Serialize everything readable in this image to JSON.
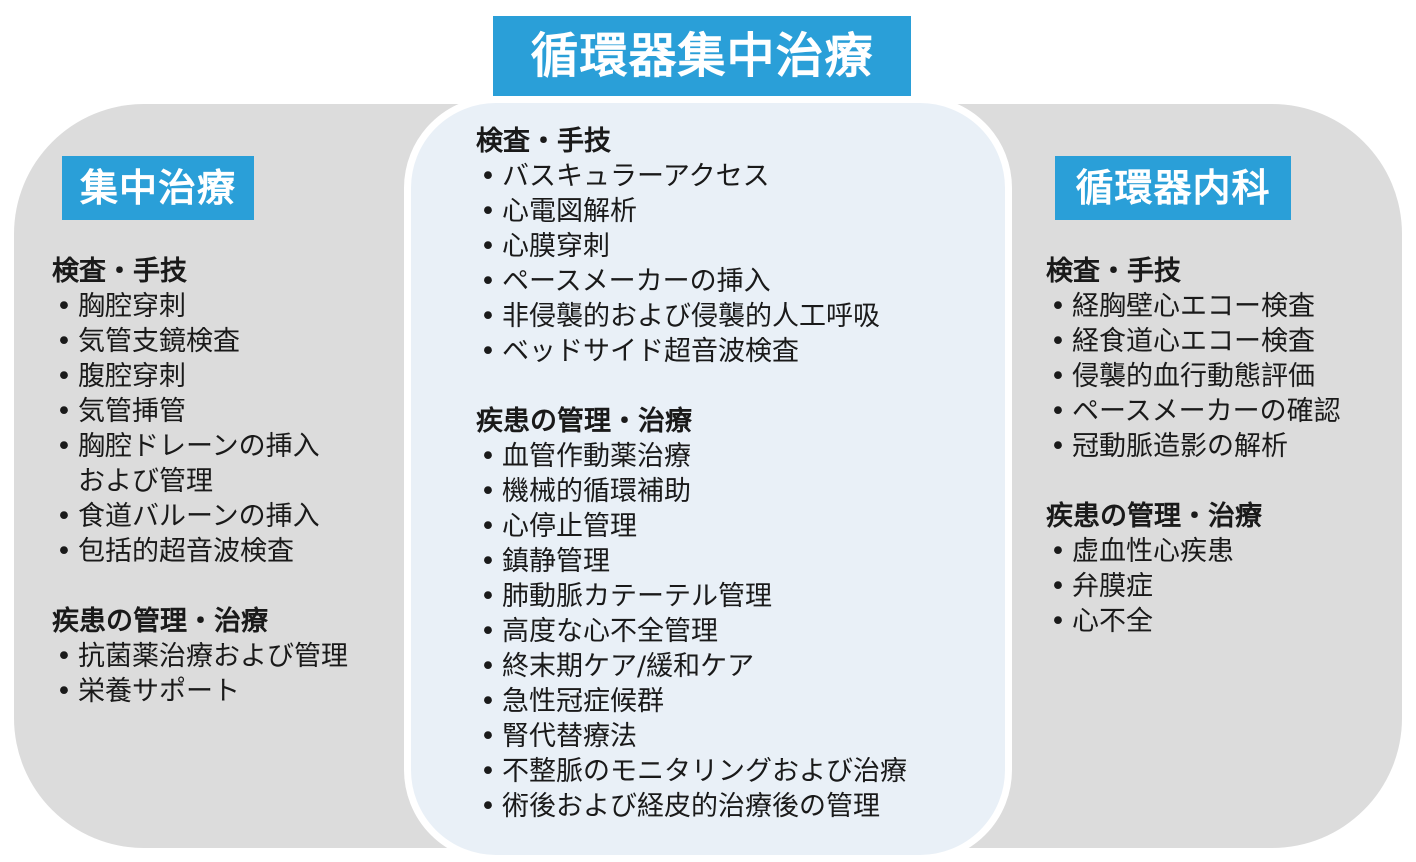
{
  "title": "循環器集中治療",
  "left": {
    "title": "集中治療",
    "section1": {
      "heading": "検査・手技",
      "items": [
        "胸腔穿刺",
        "気管支鏡検査",
        "腹腔穿刺",
        "気管挿管",
        "胸腔ドレーンの挿入",
        "食道バルーンの挿入",
        "包括的超音波検査"
      ],
      "item_continuation": "および管理"
    },
    "section2": {
      "heading": "疾患の管理・治療",
      "items": [
        "抗菌薬治療および管理",
        "栄養サポート"
      ]
    }
  },
  "center": {
    "section1": {
      "heading": "検査・手技",
      "items": [
        "バスキュラーアクセス",
        "心電図解析",
        "心膜穿刺",
        "ペースメーカーの挿入",
        "非侵襲的および侵襲的人工呼吸",
        "ベッドサイド超音波検査"
      ]
    },
    "section2": {
      "heading": "疾患の管理・治療",
      "items": [
        "血管作動薬治療",
        "機械的循環補助",
        "心停止管理",
        "鎮静管理",
        "肺動脈カテーテル管理",
        "高度な心不全管理",
        "終末期ケア/緩和ケア",
        "急性冠症候群",
        "腎代替療法",
        "不整脈のモニタリングおよび治療",
        "術後および経皮的治療後の管理"
      ]
    }
  },
  "right": {
    "title": "循環器内科",
    "section1": {
      "heading": "検査・手技",
      "items": [
        "経胸壁心エコー検査",
        "経食道心エコー検査",
        "侵襲的血行動態評価",
        "ペースメーカーの確認",
        "冠動脈造影の解析"
      ]
    },
    "section2": {
      "heading": "疾患の管理・治療",
      "items": [
        "虚血性心疾患",
        "弁膜症",
        "心不全"
      ]
    }
  },
  "colors": {
    "title_blue": "#2a9fd8",
    "band_gray": "#dcdcdc",
    "center_fill": "#e9f0f7"
  }
}
